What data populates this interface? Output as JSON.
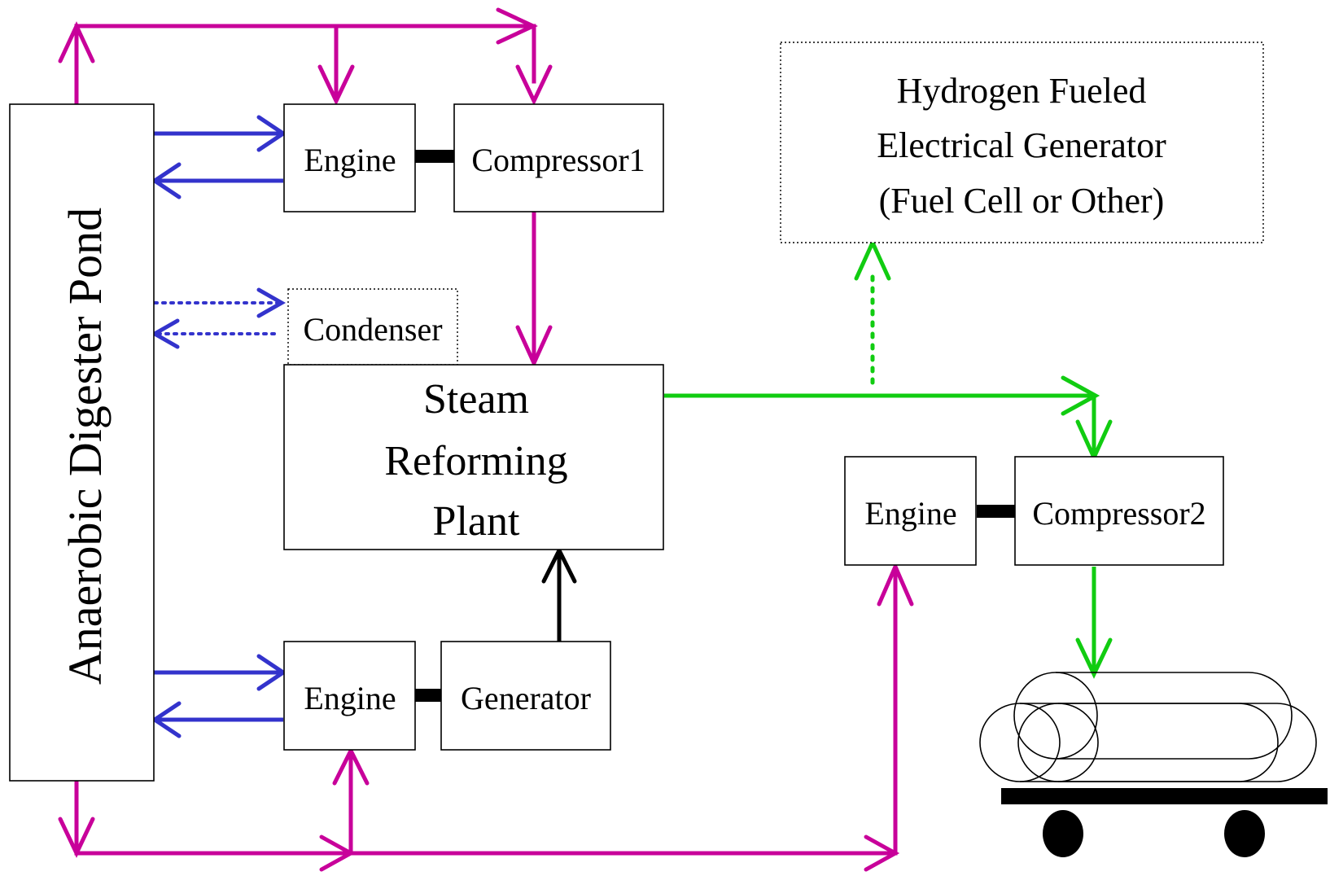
{
  "diagram": {
    "pond_label": "Anaerobic Digester Pond",
    "engine_top_label": "Engine",
    "compressor1_label": "Compressor1",
    "condenser_label": "Condenser",
    "reformer_lines": [
      "Steam",
      "Reforming",
      "Plant"
    ],
    "engine_bottom_label": "Engine",
    "generator_label": "Generator",
    "engine_right_label": "Engine",
    "compressor2_label": "Compressor2",
    "fuel_gen_lines": [
      "Hydrogen Fueled",
      "Electrical Generator",
      "(Fuel Cell or Other)"
    ]
  },
  "colors": {
    "biogas_flow": "#c8009a",
    "water_flow": "#3333cc",
    "hydrogen_flow": "#11cc11",
    "power_link": "#000000"
  }
}
